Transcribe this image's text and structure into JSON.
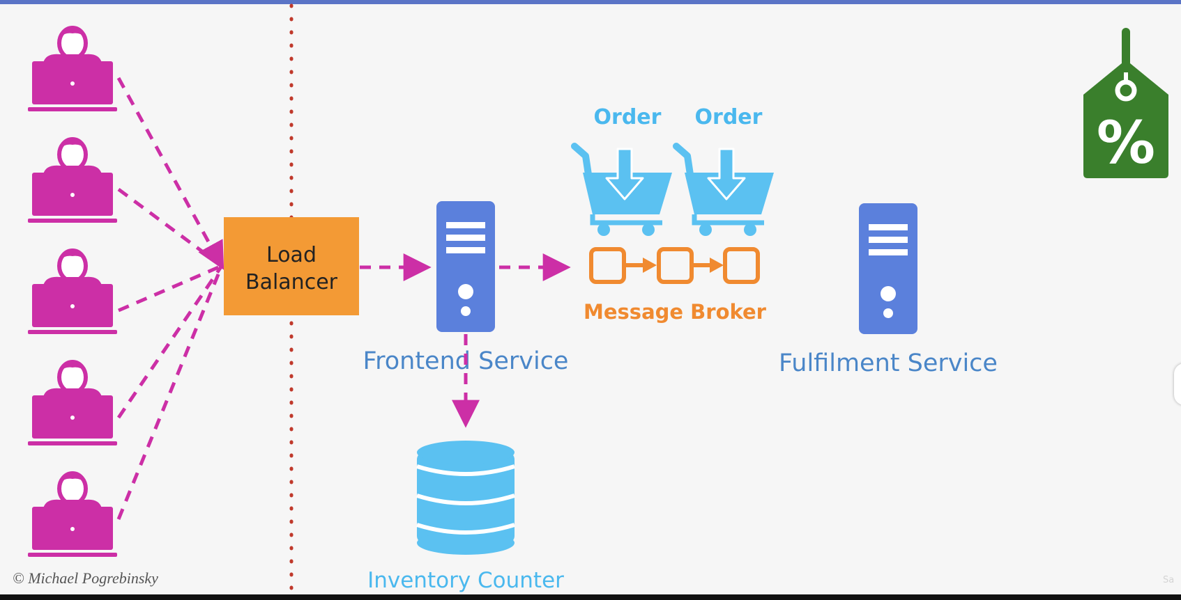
{
  "diagram": {
    "load_balancer": {
      "line1": "Load",
      "line2": "Balancer"
    },
    "frontend_service": "Frontend Service",
    "fulfilment_service": "Fulfilment Service",
    "message_broker": "Message Broker",
    "inventory_counter": "Inventory Counter",
    "orders": [
      "Order",
      "Order"
    ],
    "copyright": "© Michael Pogrebinsky",
    "watermark": "Sa",
    "colors": {
      "user": "#cc2fa6",
      "load_balancer": "#f39a35",
      "server": "#5b80dc",
      "cart": "#5bc1f1",
      "broker": "#f08a30",
      "tag": "#3a7f2c",
      "divider": "#c0392b"
    },
    "icons": {
      "user": "user-laptop-icon",
      "server": "server-icon",
      "cart": "shopping-cart-icon",
      "database": "database-icon",
      "tag": "discount-tag-icon"
    }
  }
}
